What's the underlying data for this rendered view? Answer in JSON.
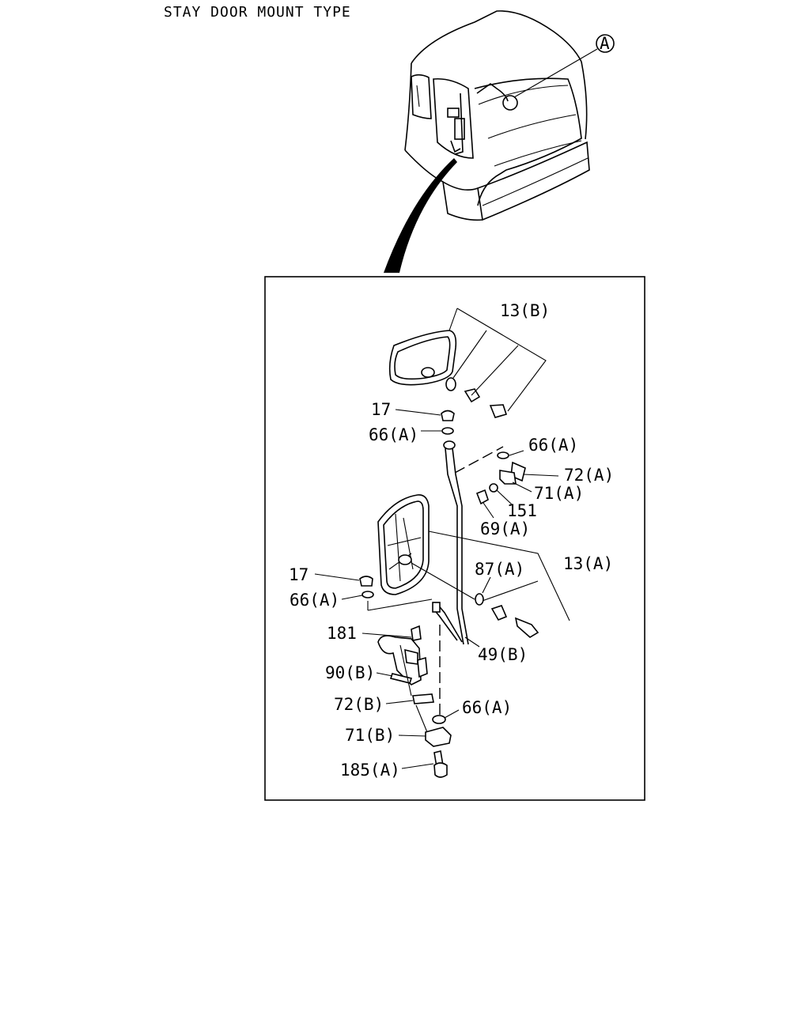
{
  "title": "STAY DOOR MOUNT TYPE",
  "callout": "A",
  "labels": {
    "p13b": "13(B)",
    "p17_top": "17",
    "p66a_1": "66(A)",
    "p66a_2": "66(A)",
    "p72a": "72(A)",
    "p71a": "71(A)",
    "p151": "151",
    "p69a": "69(A)",
    "p87a": "87(A)",
    "p13a": "13(A)",
    "p17_mid": "17",
    "p66a_3": "66(A)",
    "p181": "181",
    "p49b": "49(B)",
    "p90b": "90(B)",
    "p72b": "72(B)",
    "p66a_4": "66(A)",
    "p71b": "71(B)",
    "p185a": "185(A)"
  }
}
